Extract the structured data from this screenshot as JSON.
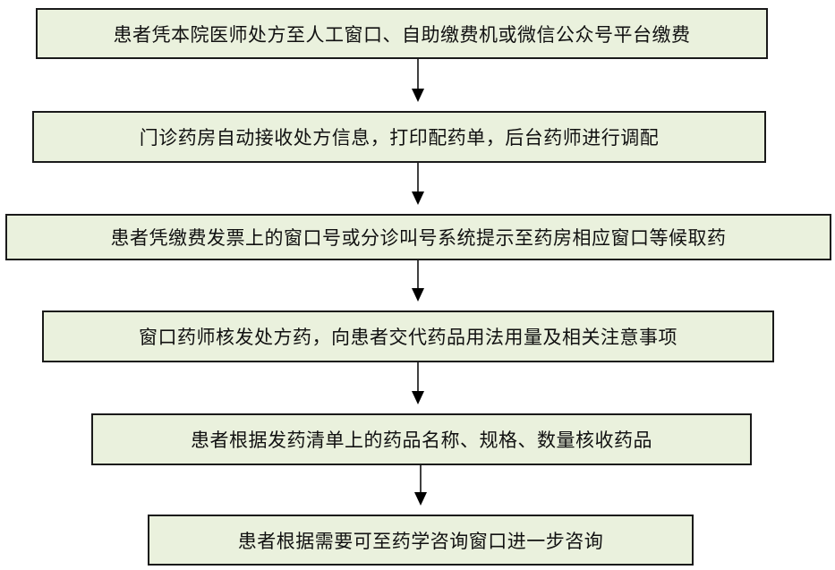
{
  "steps": [
    "患者凭本院医师处方至人工窗口、自助缴费机或微信公众号平台缴费",
    "门诊药房自动接收处方信息，打印配药单，后台药师进行调配",
    "患者凭缴费发票上的窗口号或分诊叫号系统提示至药房相应窗口等候取药",
    "窗口药师核发处方药，向患者交代药品用法用量及相关注意事项",
    "患者根据发药清单上的药品名称、规格、数量核收药品",
    "患者根据需要可至药学咨询窗口进一步咨询"
  ],
  "colors": {
    "box_fill": "#eaf1dd",
    "box_border": "#1a1a1a",
    "arrow": "#000000"
  }
}
